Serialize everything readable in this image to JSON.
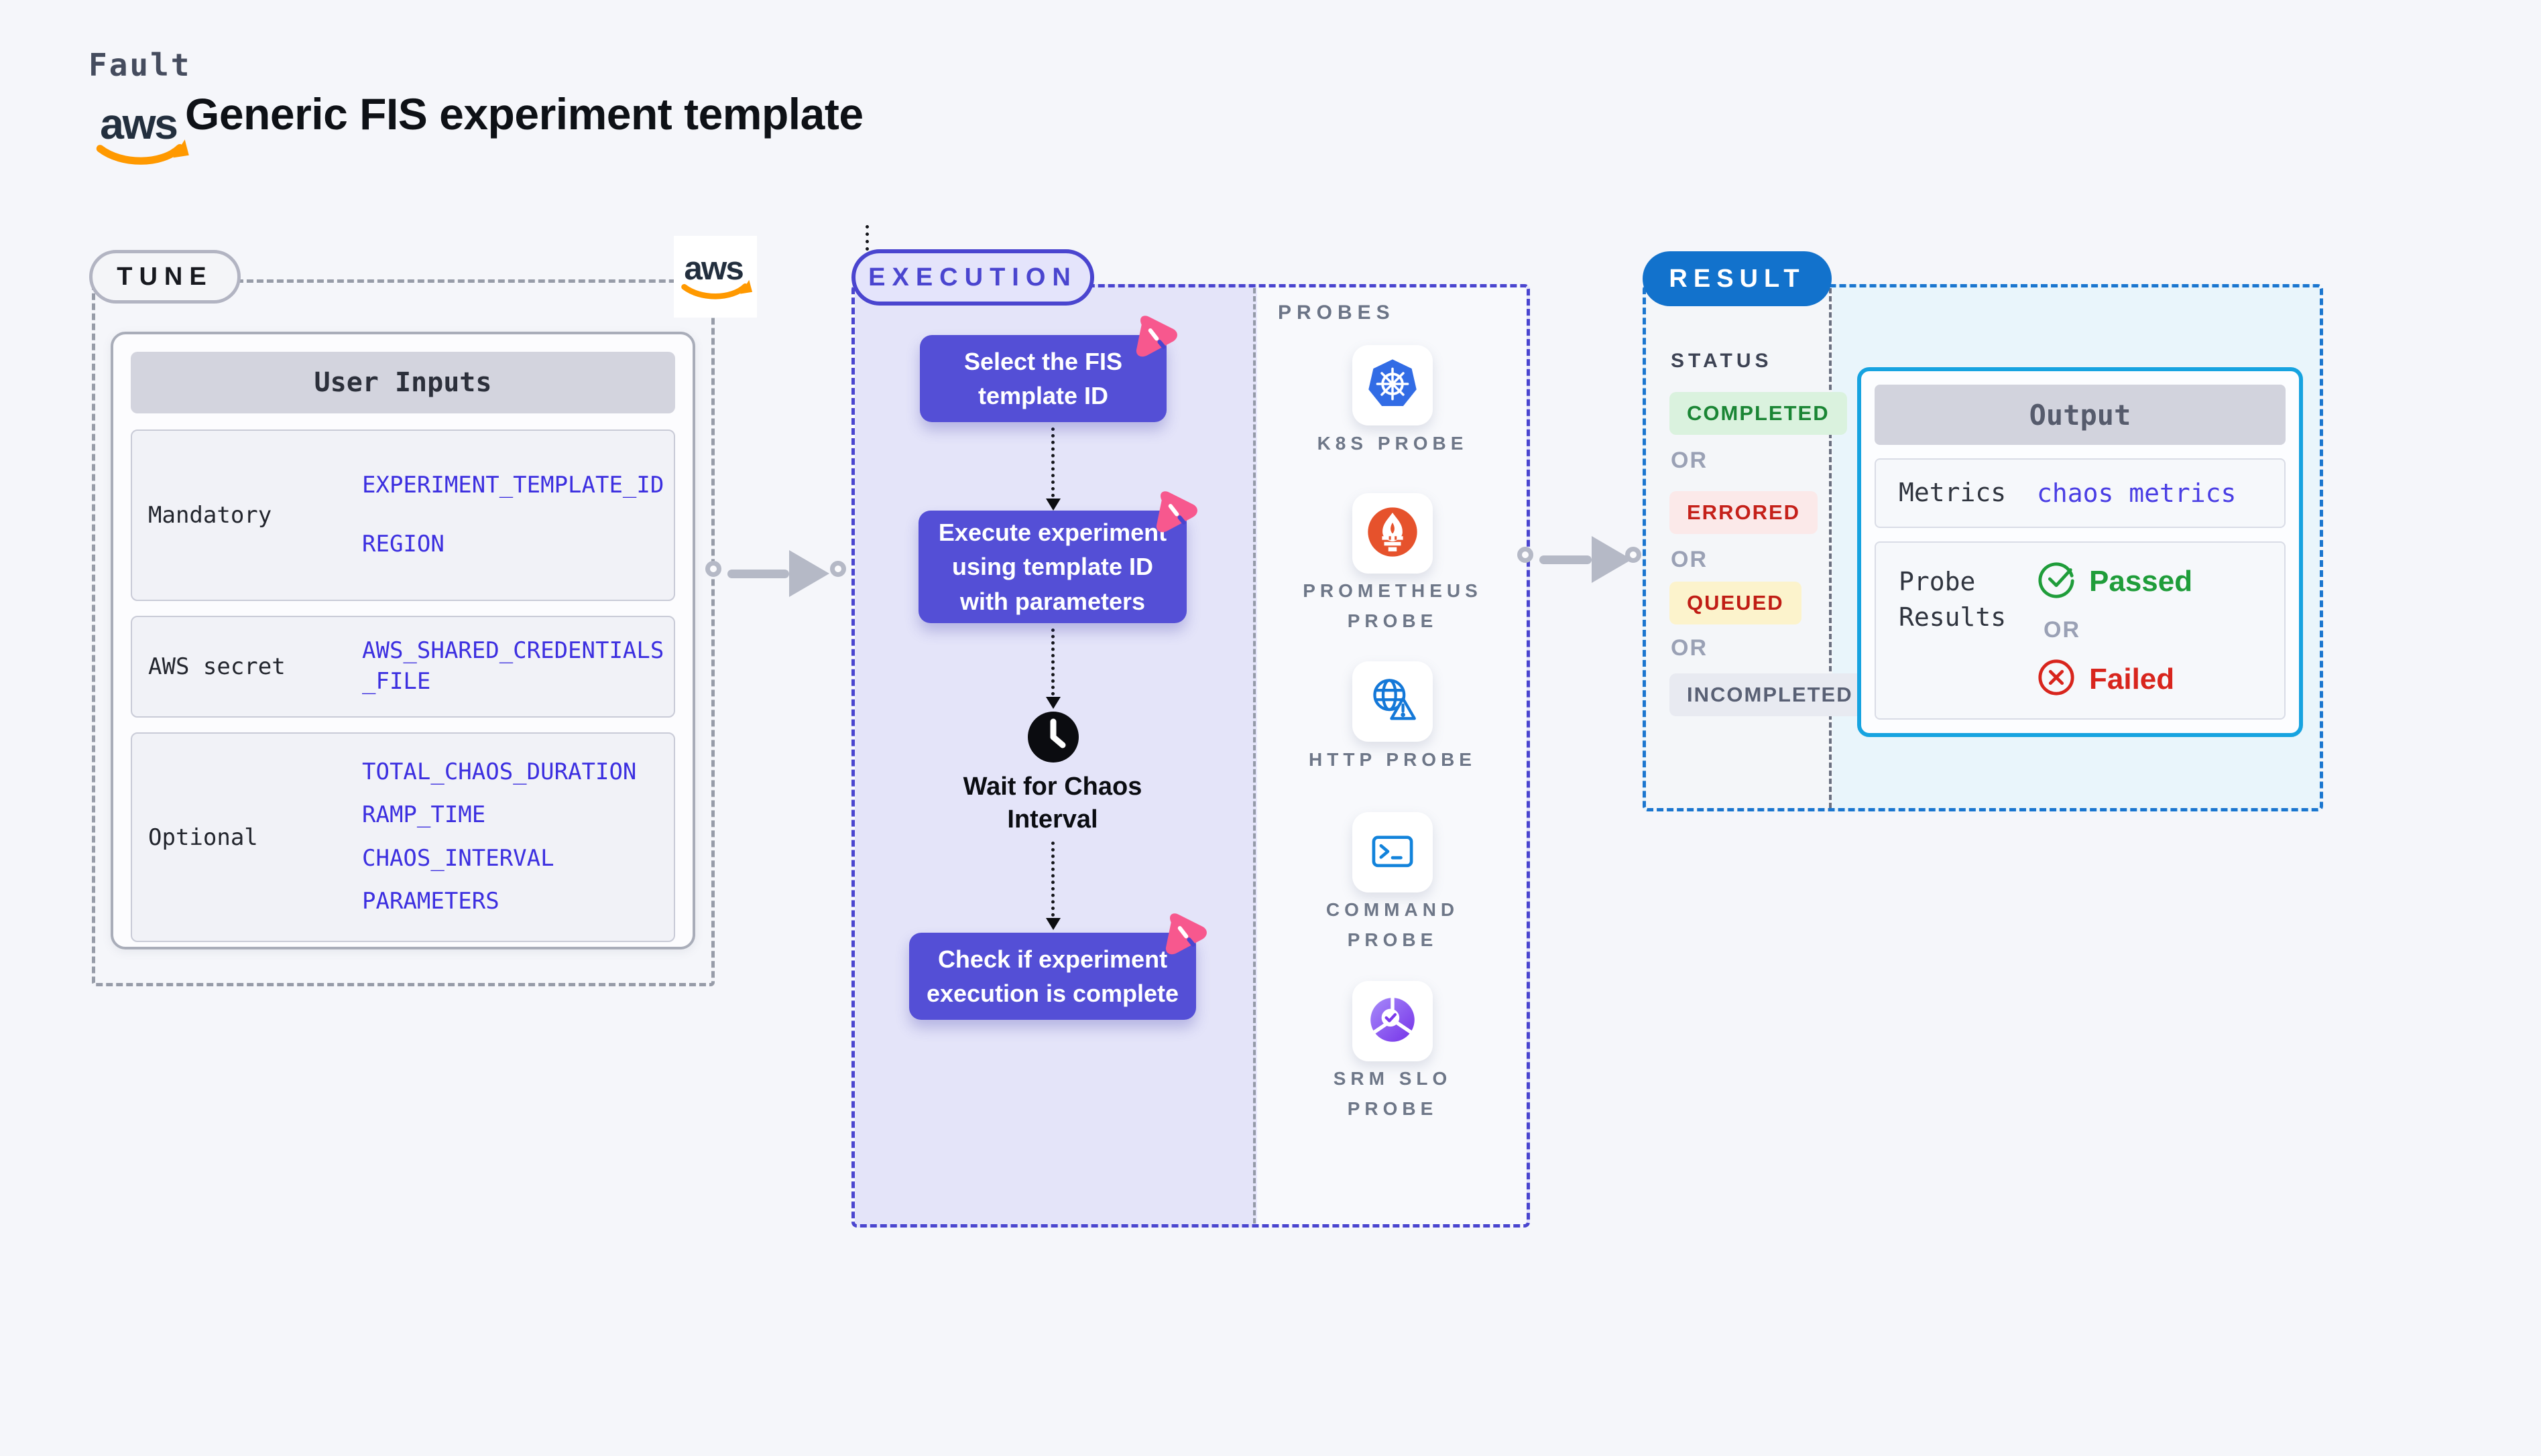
{
  "header": {
    "brand": "Fault",
    "aws_wordmark": "aws",
    "title": "Generic FIS experiment template"
  },
  "tune": {
    "pill": "TUNE",
    "table": {
      "header": "User Inputs",
      "rows": [
        {
          "label": "Mandatory",
          "values": [
            "EXPERIMENT_TEMPLATE_ID",
            "REGION"
          ]
        },
        {
          "label": "AWS secret",
          "values": [
            "AWS_SHARED_CREDENTIALS_FILE"
          ]
        },
        {
          "label": "Optional",
          "values": [
            "TOTAL_CHAOS_DURATION",
            "RAMP_TIME",
            "CHAOS_INTERVAL",
            "PARAMETERS"
          ]
        }
      ]
    }
  },
  "execution": {
    "pill": "EXECUTION",
    "steps": {
      "step1": "Select the FIS template ID",
      "step2": "Execute experiment using template ID with parameters",
      "wait": "Wait for Chaos Interval",
      "step3": "Check if experiment execution is complete"
    }
  },
  "probes": {
    "heading": "PROBES",
    "items": [
      {
        "label": "K8S PROBE",
        "icon": "kubernetes-icon"
      },
      {
        "label": "PROMETHEUS PROBE",
        "icon": "prometheus-icon"
      },
      {
        "label": "HTTP PROBE",
        "icon": "http-globe-warning-icon"
      },
      {
        "label": "COMMAND PROBE",
        "icon": "terminal-icon"
      },
      {
        "label": "SRM SLO PROBE",
        "icon": "slo-donut-check-icon"
      }
    ]
  },
  "result": {
    "pill": "RESULT",
    "status": {
      "heading": "STATUS",
      "separator": "OR",
      "badges": [
        {
          "label": "COMPLETED",
          "fg": "#1a8534",
          "bg": "#daf2de"
        },
        {
          "label": "ERRORED",
          "fg": "#c5211a",
          "bg": "#fbe9e9"
        },
        {
          "label": "QUEUED",
          "fg": "#c01d15",
          "bg": "#fcf3cc"
        },
        {
          "label": "INCOMPLETED",
          "fg": "#596074",
          "bg": "#e8eaf1"
        }
      ]
    },
    "output": {
      "header": "Output",
      "metrics_label": "Metrics",
      "metrics_value": "chaos metrics",
      "probe_results_label": "Probe Results",
      "passed": "Passed",
      "separator": "OR",
      "failed": "Failed"
    }
  },
  "colors": {
    "page_bg": "#f5f6fa",
    "accent_indigo": "#544fd6",
    "execution_border": "#4a45cf",
    "execution_bg": "#e4e4f9",
    "result_blue": "#1272cc",
    "output_border": "#16a3e0",
    "variable_blue": "#3c2fe0",
    "aws_orange": "#ff9900",
    "aws_navy": "#232f3e",
    "litmus_pink": "#f7588e",
    "passed_green": "#1f9d3a",
    "failed_red": "#d8251d",
    "kubernetes_blue": "#326ce5",
    "prometheus_orange": "#e6522c",
    "arrow_gray": "#b5b9c6"
  }
}
